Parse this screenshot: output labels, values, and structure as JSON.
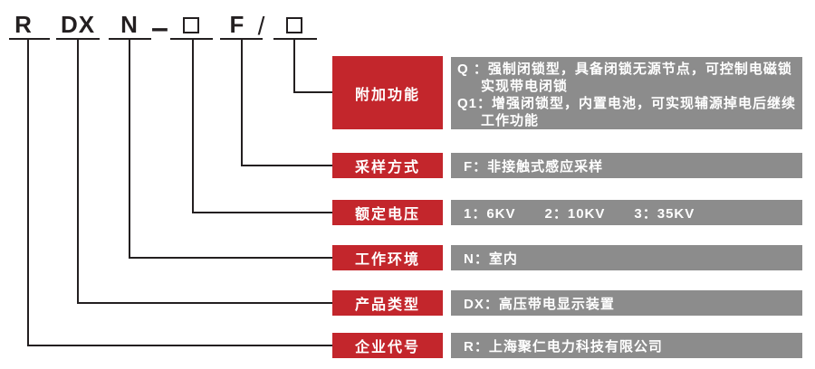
{
  "colors": {
    "accent_red": "#c3262c",
    "box_gray": "#8c8c8c",
    "line_dark": "#231f20",
    "text_white": "#ffffff"
  },
  "code": {
    "company_letter": "R",
    "type_letters": "DX",
    "environment_letter": "N",
    "dash": "–",
    "sampling_letter": "F",
    "slash": "/"
  },
  "rows": [
    {
      "key": "additional-function",
      "label": "附加功能",
      "lines": [
        "Q ：强制闭锁型，具备闭锁无源节点，可控制电磁锁",
        "实现带电闭锁",
        "Q1：增强闭锁型，内置电池，可实现辅源掉电后继续",
        "工作功能"
      ]
    },
    {
      "key": "sampling-method",
      "label": "采样方式",
      "desc": "F：非接触式感应采样"
    },
    {
      "key": "rated-voltage",
      "label": "额定电压",
      "desc": "1：6KV　　2：10KV　　3：35KV"
    },
    {
      "key": "working-environment",
      "label": "工作环境",
      "desc": "N：室内"
    },
    {
      "key": "product-type",
      "label": "产品类型",
      "desc": "DX：高压带电显示装置"
    },
    {
      "key": "company-code",
      "label": "企业代号",
      "desc": "R：上海聚仁电力科技有限公司"
    }
  ]
}
